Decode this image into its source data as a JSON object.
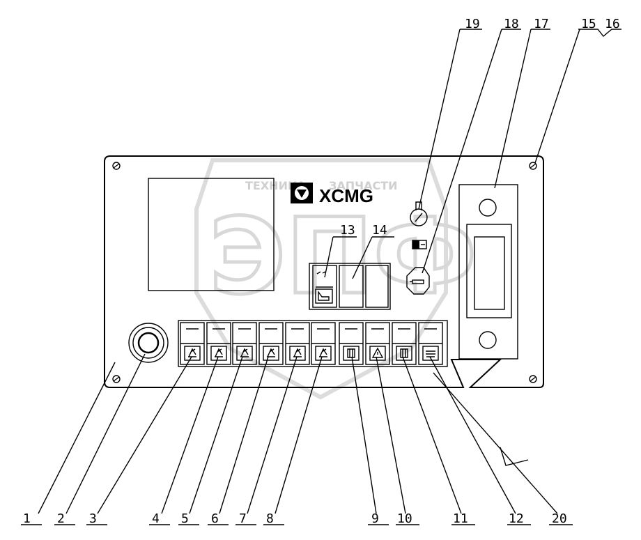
{
  "logo": {
    "brand": "XCMG"
  },
  "watermark": {
    "top_left": "ТЕХНИКА",
    "top_right": "ЗАПЧАСТИ",
    "big": "ЭПФ"
  },
  "callouts": [
    "1",
    "2",
    "3",
    "4",
    "5",
    "6",
    "7",
    "8",
    "9",
    "10",
    "11",
    "12",
    "13",
    "14",
    "15",
    "16",
    "17",
    "18",
    "19",
    "20"
  ]
}
